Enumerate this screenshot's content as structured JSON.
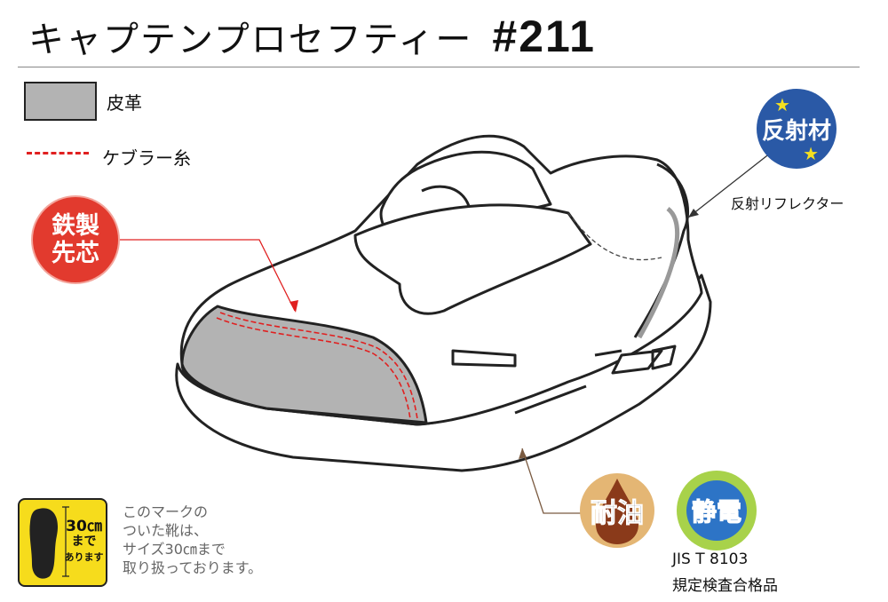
{
  "title": {
    "name": "キャプテンプロセフティー",
    "model": "#211"
  },
  "legend": [
    {
      "label": "皮革",
      "color": "#b3b3b3"
    },
    {
      "label": "ケブラー糸",
      "color": "#e02020"
    }
  ],
  "badges": {
    "steel_toe": {
      "line1": "鉄製",
      "line2": "先芯",
      "color": "#e23a2e"
    },
    "reflective": {
      "label": "反射材",
      "callout": "反射リフレクター",
      "color": "#2a59a6"
    },
    "oil_resistant": {
      "label": "耐油",
      "color": "#e4b674"
    },
    "antistatic": {
      "label": "静電",
      "color": "#2d74c6",
      "note_line1": "JIS T 8103",
      "note_line2": "規定検査合格品"
    }
  },
  "size_icon": {
    "line1": "30㎝",
    "line2": "まで",
    "line3": "あります"
  },
  "size_note": [
    "このマークの",
    "ついた靴は、",
    "サイズ30㎝まで",
    "取り扱っております。"
  ]
}
